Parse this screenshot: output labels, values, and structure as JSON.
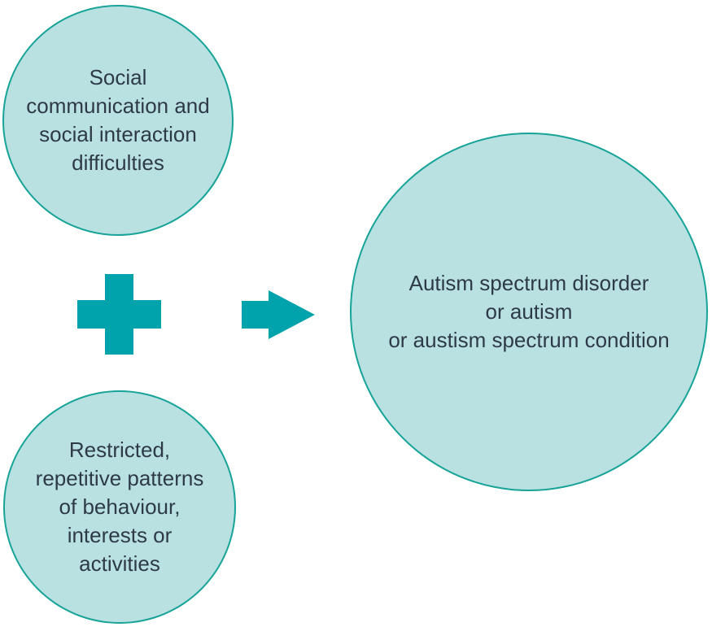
{
  "colors": {
    "background": "#ffffff",
    "circle_fill": "#b9e1e2",
    "circle_border": "#17a398",
    "symbol": "#00a3ab",
    "text": "#2e3a48"
  },
  "circles": {
    "top_left": {
      "lines": [
        "Social",
        "communication and",
        "social interaction",
        "difficulties"
      ]
    },
    "bottom_left": {
      "lines": [
        "Restricted,",
        "repetitive patterns",
        "of behaviour,",
        "interests or",
        "activities"
      ]
    },
    "right": {
      "lines": [
        "Autism spectrum disorder",
        "or autism",
        "or austism spectrum condition"
      ]
    }
  },
  "symbols": {
    "plus": "plus",
    "arrow": "arrow-right"
  }
}
